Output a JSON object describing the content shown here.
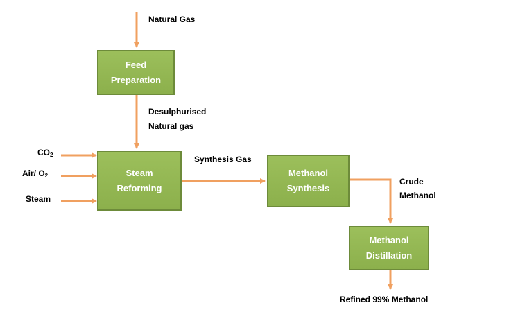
{
  "nodes": {
    "feed_preparation": {
      "line1": "Feed",
      "line2": "Preparation"
    },
    "steam_reforming": {
      "line1": "Steam",
      "line2": "Reforming"
    },
    "methanol_synthesis": {
      "line1": "Methanol",
      "line2": "Synthesis"
    },
    "methanol_distillation": {
      "line1": "Methanol",
      "line2": "Distillation"
    }
  },
  "labels": {
    "natural_gas": "Natural Gas",
    "desulphurised_line1": "Desulphurised",
    "desulphurised_line2": "Natural gas",
    "co2": {
      "base": "CO",
      "sub": "2"
    },
    "air_o2": {
      "base": "Air/ O",
      "sub": "2"
    },
    "steam": "Steam",
    "synthesis_gas": "Synthesis Gas",
    "crude_line1": "Crude",
    "crude_line2": "Methanol",
    "refined": "Refined 99% Methanol"
  },
  "colors": {
    "box_fill": "#8cb04c",
    "box_border": "#6d8b3a",
    "arrow": "#f0a060"
  }
}
